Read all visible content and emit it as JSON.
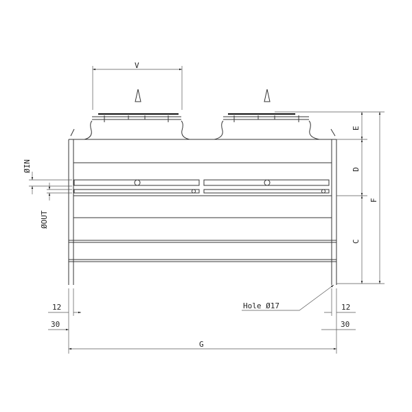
{
  "drawing": {
    "dimensions": {
      "fan_width": "V",
      "top_height": "E",
      "upper_height": "D",
      "total_height": "F",
      "lower_height": "C",
      "inlet": "ØIN",
      "outlet": "ØOUT",
      "leg_offset_left": "12",
      "leg_width_left": "30",
      "leg_offset_right": "12",
      "leg_width_right": "30",
      "total_width": "G",
      "hole": "Hole Ø17"
    }
  }
}
